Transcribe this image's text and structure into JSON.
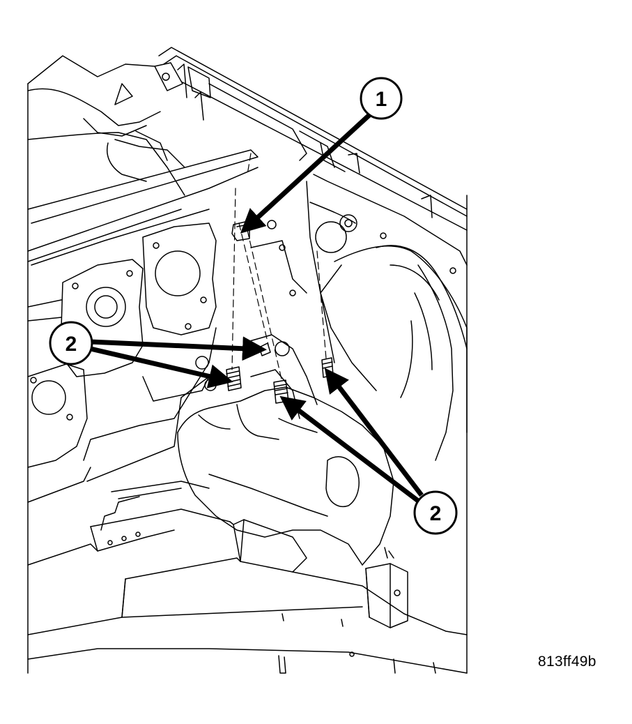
{
  "figure": {
    "code": "813ff49b"
  },
  "callouts": {
    "one": "1",
    "two_left": "2",
    "two_right": "2"
  },
  "colors": {
    "ink": "#000000",
    "paper": "#ffffff"
  }
}
